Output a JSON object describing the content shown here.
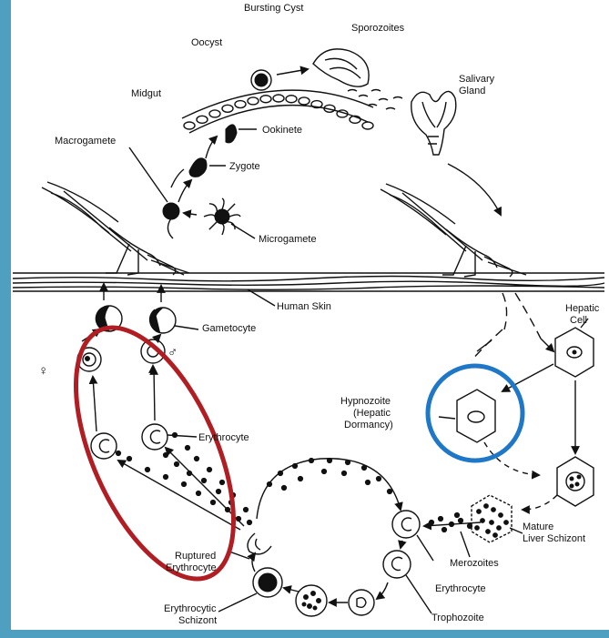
{
  "labels": {
    "bursting_cyst": "Bursting Cyst",
    "sporozoites": "Sporozoites",
    "oocyst": "Oocyst",
    "salivary_gland": [
      "Salivary",
      "Gland"
    ],
    "midgut": "Midgut",
    "ookinete": "Ookinete",
    "macrogamete": "Macrogamete",
    "zygote": "Zygote",
    "microgamete": "Microgamete",
    "human_skin": "Human Skin",
    "hepatic_cell": [
      "Hepatic",
      "Cell"
    ],
    "gametocyte": "Gametocyte",
    "female_symbol": "♀",
    "male_symbol": "♂",
    "hypnozoite": [
      "Hypnozoite",
      "(Hepatic",
      "Dormancy)"
    ],
    "erythrocyte_left": "Erythrocyte",
    "mature_liver_schizont": [
      "Mature",
      "Liver Schizont"
    ],
    "merozoites": "Merozoites",
    "ruptured_erythrocyte": [
      "Ruptured",
      "Erythrocyte"
    ],
    "erythrocyte_right": "Erythrocyte",
    "erythrocytic_schizont": [
      "Erythrocytic",
      "Schizont"
    ],
    "trophozoite": "Trophozoite"
  },
  "colors": {
    "background": "#4f9fc0",
    "red_highlight": "#b01e23",
    "blue_highlight": "#1f77c8",
    "ink": "#111111"
  }
}
